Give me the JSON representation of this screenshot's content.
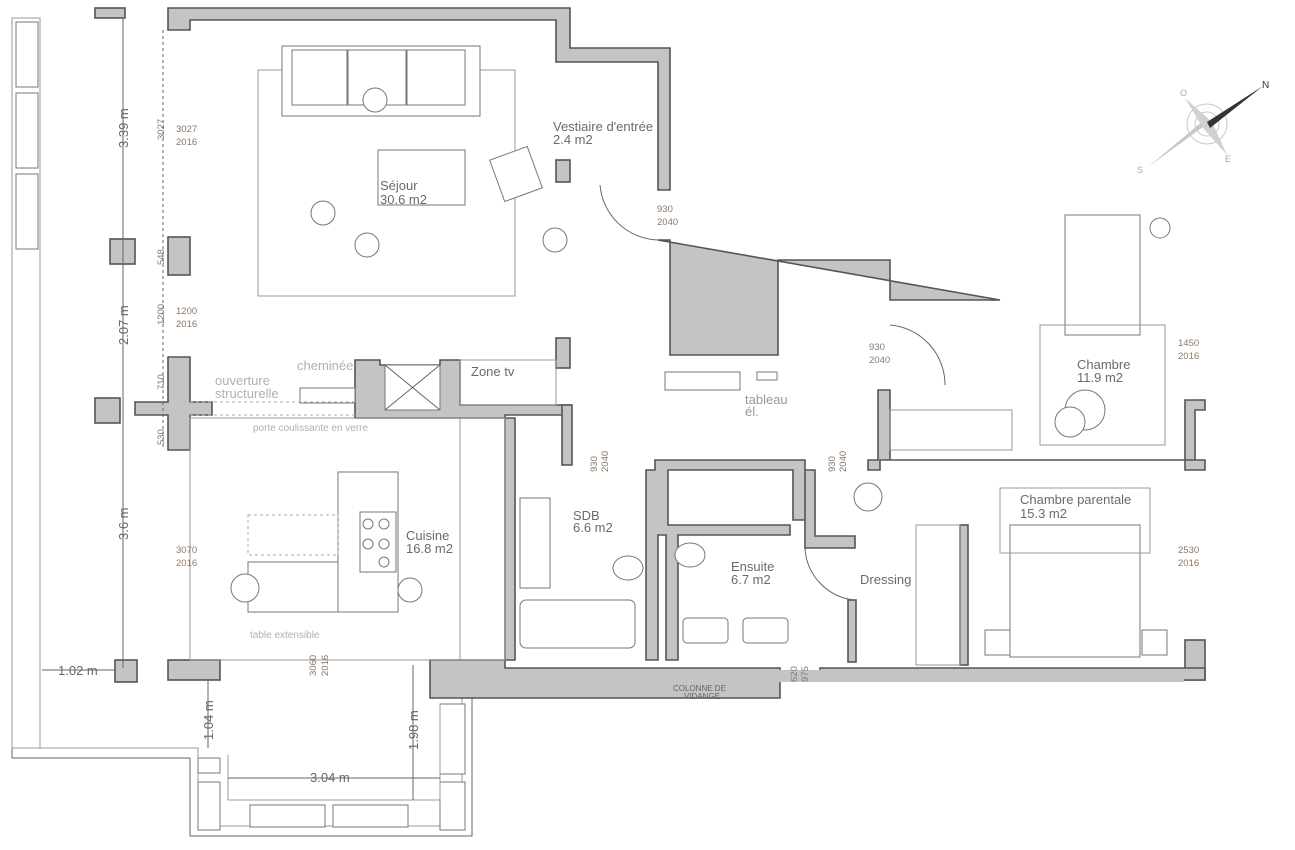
{
  "rooms": {
    "sejour": {
      "name": "Séjour",
      "area": "30.6 m2"
    },
    "vestiaire": {
      "name": "Vestiaire d'entrée",
      "area": "2.4 m2"
    },
    "cuisine": {
      "name": "Cuisine",
      "area": "16.8 m2"
    },
    "sdb": {
      "name": "SDB",
      "area": "6.6 m2"
    },
    "ensuite": {
      "name": "Ensuite",
      "area": "6.7 m2"
    },
    "dressing": {
      "name": "Dressing"
    },
    "chambre": {
      "name": "Chambre",
      "area": "11.9 m2"
    },
    "parentale": {
      "name": "Chambre parentale",
      "area": "15.3 m2"
    }
  },
  "labels": {
    "cheminee": "cheminée",
    "ouverture1": "ouverture",
    "ouverture2": "structurelle",
    "porte_coulissante": "porte coulissante en verre",
    "zone_tv": "Zone tv",
    "tableau1": "tableau",
    "tableau2": "él.",
    "table_extensible": "table extensible",
    "colonne1": "COLONNE DE",
    "colonne2": "VIDANGE"
  },
  "measures": {
    "m339": "3.39 m",
    "m207": "2.07 m",
    "m36": "3.6 m",
    "m102": "1.02 m",
    "m104": "1.04 m",
    "m198": "1.98 m",
    "m304": "3.04 m"
  },
  "wall_dims": {
    "d3027": "3027",
    "d548": "548",
    "d1200": "1200",
    "d710": "710",
    "d530": "530",
    "d620": "620",
    "d975": "975"
  },
  "openings": [
    {
      "w": "3027",
      "h": "2016"
    },
    {
      "w": "1200",
      "h": "2016"
    },
    {
      "w": "3070",
      "h": "2016"
    },
    {
      "w": "3060",
      "h": "2016"
    },
    {
      "w": "930",
      "h": "2040"
    },
    {
      "w": "930",
      "h": "2040"
    },
    {
      "w": "930",
      "h": "2040"
    },
    {
      "w": "930",
      "h": "2040"
    },
    {
      "w": "1450",
      "h": "2016"
    },
    {
      "w": "2530",
      "h": "2016"
    }
  ],
  "compass": {
    "n": "N",
    "s": "S",
    "e": "E",
    "o": "O"
  },
  "colors": {
    "wall": "#c4c4c4",
    "dim_text": "#8a7868",
    "room_text": "#6a6a6a"
  }
}
